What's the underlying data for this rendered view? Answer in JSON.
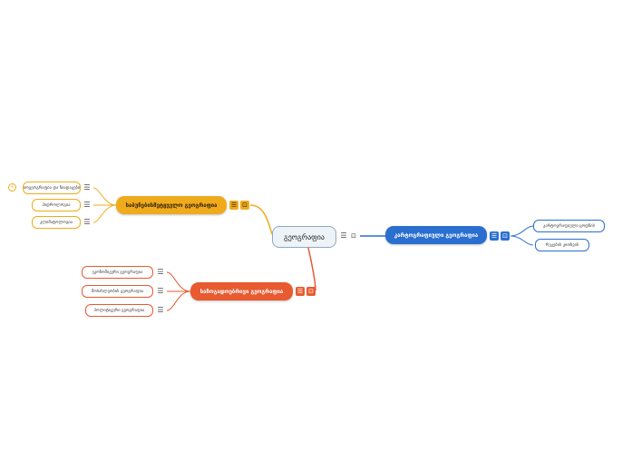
{
  "colors": {
    "yellow": "#f0ab1c",
    "blue": "#2a6fd0",
    "red": "#e85a30",
    "root_border": "#8fa8c0"
  },
  "root": {
    "label": "გეოგრაფია"
  },
  "branches": [
    {
      "label": "საბუნებისმეტყველო გეოგრაფია",
      "color": "#f0ab1c",
      "children": [
        {
          "label": "ბიოგეოგრაფია და ნიადაგების"
        },
        {
          "label": "ჰიდროლოგია"
        },
        {
          "label": "კლიმატოლოგია"
        }
      ]
    },
    {
      "label": "კარტოგრაფიული გეოგრაფია",
      "color": "#2a6fd0",
      "children": [
        {
          "label": "კარტოგრაფიული ცოდნის"
        },
        {
          "label": "რუკების კითხვის"
        }
      ]
    },
    {
      "label": "საზოგადოებრივი გეოგრაფია",
      "color": "#e85a30",
      "children": [
        {
          "label": "ეკონომიკური გეოგრაფია"
        },
        {
          "label": "მოსახლეობის გეოგრაფია"
        },
        {
          "label": "პოლიტიკური გეოგრაფია"
        }
      ]
    }
  ],
  "icons": {
    "notes": "☰",
    "attachment": "⊡",
    "expand": "+"
  }
}
